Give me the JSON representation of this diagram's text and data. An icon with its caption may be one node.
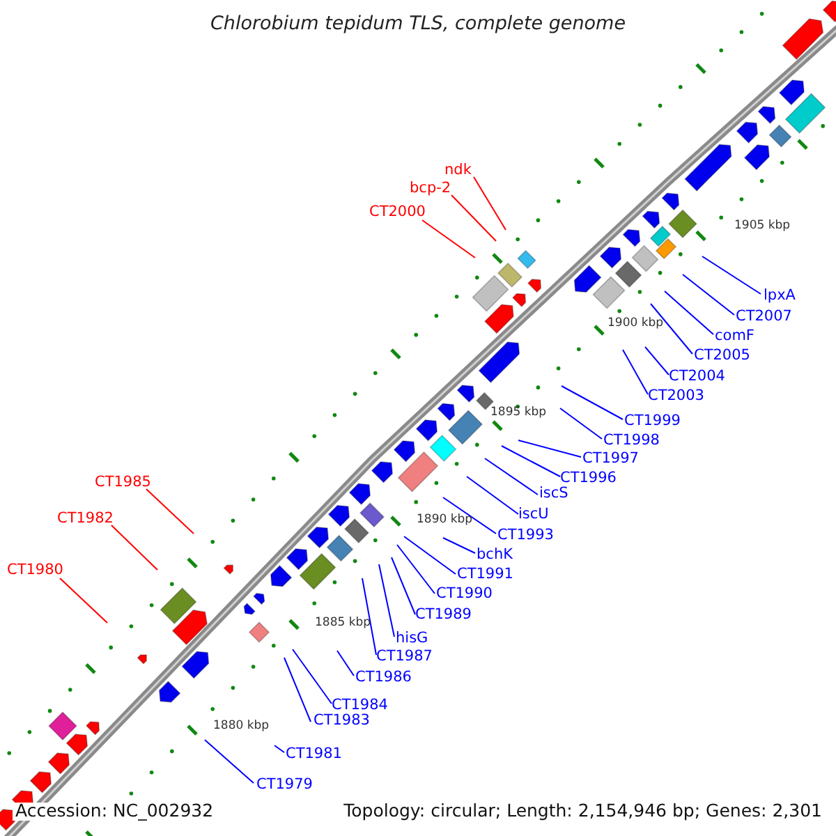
{
  "diagram": {
    "title": "Chlorobium tepidum TLS, complete genome",
    "nodes": [
      {
        "text": [
          "ndk"
        ]
      },
      {
        "text": [
          "bcp-2"
        ]
      },
      {
        "text": [
          "CT2000"
        ]
      },
      {
        "text": [
          "CT1985"
        ]
      },
      {
        "text": [
          "CT1982"
        ]
      },
      {
        "text": [
          "CT1980"
        ]
      },
      {
        "text": [
          "lpxA"
        ]
      },
      {
        "text": [
          "CT2007"
        ]
      },
      {
        "text": [
          "comF"
        ]
      },
      {
        "text": [
          "CT2005"
        ]
      },
      {
        "text": [
          "CT2004"
        ]
      },
      {
        "text": [
          "CT2003"
        ]
      },
      {
        "text": [
          "CT1999"
        ]
      },
      {
        "text": [
          "CT1998"
        ]
      },
      {
        "text": [
          "CT1997"
        ]
      },
      {
        "text": [
          "CT1996"
        ]
      },
      {
        "text": [
          "iscS"
        ]
      },
      {
        "text": [
          "iscU"
        ]
      },
      {
        "text": [
          "CT1993"
        ]
      },
      {
        "text": [
          "bchK"
        ]
      },
      {
        "text": [
          "CT1991"
        ]
      },
      {
        "text": [
          "CT1990"
        ]
      },
      {
        "text": [
          "CT1989"
        ]
      },
      {
        "text": [
          "hisG"
        ]
      },
      {
        "text": [
          "CT1987"
        ]
      },
      {
        "text": [
          "CT1986"
        ]
      },
      {
        "text": [
          "CT1984"
        ]
      },
      {
        "text": [
          "CT1983"
        ]
      },
      {
        "text": [
          "CT1981"
        ]
      },
      {
        "text": [
          "CT1979"
        ]
      }
    ],
    "edges": [
      {
        "from": 0,
        "to": null,
        "arrow": "none",
        "color": "#ff0000"
      },
      {
        "from": 1,
        "to": null,
        "arrow": "none",
        "color": "#ff0000"
      },
      {
        "from": 2,
        "to": null,
        "arrow": "none",
        "color": "#ff0000"
      },
      {
        "from": 3,
        "to": null,
        "arrow": "none",
        "color": "#ff0000"
      },
      {
        "from": 4,
        "to": null,
        "arrow": "none",
        "color": "#ff0000"
      },
      {
        "from": 5,
        "to": null,
        "arrow": "none",
        "color": "#ff0000"
      },
      {
        "from": 6,
        "to": null,
        "arrow": "none"
      },
      {
        "from": 7,
        "to": null,
        "arrow": "none"
      },
      {
        "from": 8,
        "to": null,
        "arrow": "none"
      },
      {
        "from": 9,
        "to": null,
        "arrow": "none"
      },
      {
        "from": 10,
        "to": null,
        "arrow": "none"
      },
      {
        "from": 11,
        "to": null,
        "arrow": "none"
      },
      {
        "from": 12,
        "to": null,
        "arrow": "none"
      },
      {
        "from": 13,
        "to": null,
        "arrow": "none"
      },
      {
        "from": 14,
        "to": null,
        "arrow": "none"
      },
      {
        "from": 15,
        "to": null,
        "arrow": "none"
      },
      {
        "from": 16,
        "to": null,
        "arrow": "none"
      },
      {
        "from": 17,
        "to": null,
        "arrow": "none"
      },
      {
        "from": 18,
        "to": null,
        "arrow": "none"
      },
      {
        "from": 19,
        "to": null,
        "arrow": "none"
      },
      {
        "from": 20,
        "to": null,
        "arrow": "none"
      },
      {
        "from": 21,
        "to": null,
        "arrow": "none"
      },
      {
        "from": 22,
        "to": null,
        "arrow": "none"
      },
      {
        "from": 23,
        "to": null,
        "arrow": "none"
      },
      {
        "from": 24,
        "to": null,
        "arrow": "none"
      },
      {
        "from": 25,
        "to": null,
        "arrow": "none"
      },
      {
        "from": 26,
        "to": null,
        "arrow": "none"
      },
      {
        "from": 27,
        "to": null,
        "arrow": "none"
      },
      {
        "from": 28,
        "to": null,
        "arrow": "none"
      },
      {
        "from": 29,
        "to": null,
        "arrow": "none"
      }
    ],
    "labels": [
      "1905 kbp",
      "1900 kbp",
      "1895 kbp",
      "1890 kbp",
      "1885 kbp",
      "1880 kbp",
      "Accession: NC_002932",
      "Topology: circular; Length: 2,154,946 bp; Genes: 2,301"
    ]
  }
}
